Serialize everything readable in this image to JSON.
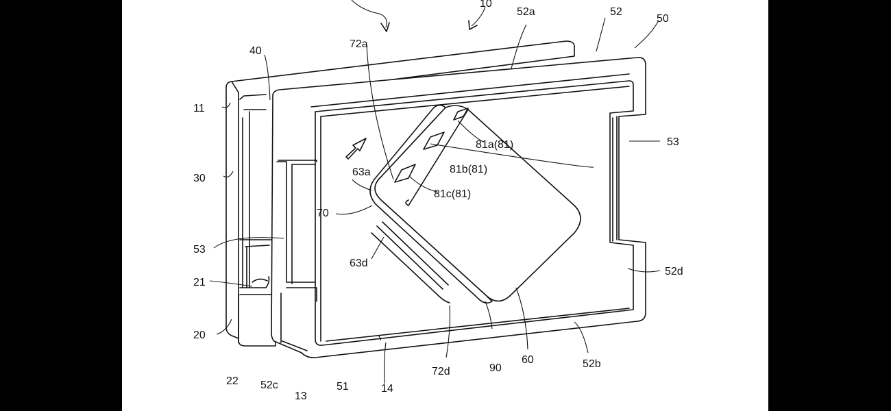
{
  "figure": {
    "labels": {
      "l10": "10",
      "l11": "11",
      "l13": "13",
      "l14": "14",
      "l20": "20",
      "l21": "21",
      "l22": "22",
      "l30": "30",
      "l40": "40",
      "l50": "50",
      "l51": "51",
      "l52": "52",
      "l52a": "52a",
      "l52b": "52b",
      "l52c": "52c",
      "l52d": "52d",
      "l53_left": "53",
      "l53_right": "53",
      "l60": "60",
      "l63a": "63a",
      "l63d": "63d",
      "l70": "70",
      "l72a": "72a",
      "l72d": "72d",
      "l81a": "81a(81)",
      "l81b": "81b(81)",
      "l81c": "81c(81)",
      "l90": "90"
    }
  },
  "colors": {
    "background": "#000000",
    "sheet": "#ffffff",
    "ink": "#111111"
  }
}
